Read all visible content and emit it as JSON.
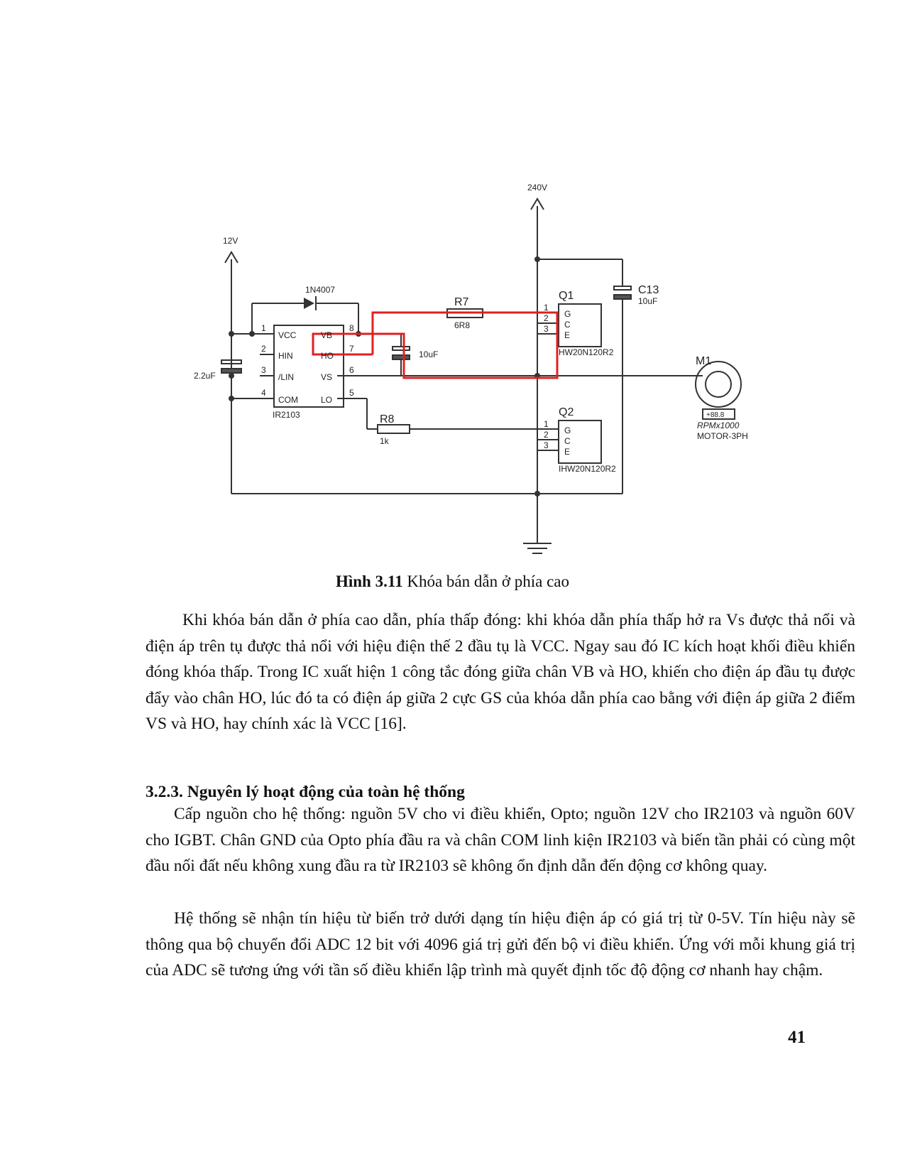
{
  "figure": {
    "labels": {
      "v240": "240V",
      "v12": "12V",
      "diode": "1N4007",
      "r7": "R7",
      "r7_val": "6R8",
      "r8": "R8",
      "r8_val": "1k",
      "c13": "C13",
      "c13_val": "10uF",
      "c_boot_val": "10uF",
      "c_in_val": "2.2uF",
      "q1": "Q1",
      "q1_part": "HW20N120R2",
      "q2": "Q2",
      "q2_part": "IHW20N120R2",
      "m1": "M1",
      "m1_display": "+88.8",
      "m1_units": "RPMx1000",
      "m1_part": "MOTOR-3PH",
      "ic_part": "IR2103",
      "pin_vcc": "VCC",
      "pin_hin": "HIN",
      "pin_lin": "/LIN",
      "pin_com": "COM",
      "pin_vb": "VB",
      "pin_ho": "HO",
      "pin_vs": "VS",
      "pin_lo": "LO",
      "g": "G",
      "c": "C",
      "e": "E",
      "n1": "1",
      "n2": "2",
      "n3": "3",
      "n4": "4",
      "n5": "5",
      "n6": "6",
      "n7": "7",
      "n8": "8"
    },
    "highlight_color": "#e02020"
  },
  "caption": {
    "label": "Hình  3.11",
    "text": " Khóa bán dẫn ở phía cao"
  },
  "paragraph1": "Khi khóa bán dẫn ở phía cao dẫn, phía thấp đóng: khi khóa dẫn phía thấp hở ra Vs được thả nổi và điện áp trên tụ được thả nổi với hiệu điện thế 2 đầu tụ là VCC. Ngay sau đó IC kích hoạt khối điều khiển đóng khóa thấp. Trong IC xuất hiện 1 công tắc đóng giữa chân VB và HO, khiến cho điện áp đầu tụ được đẩy vào chân HO, lúc đó ta có điện áp giữa 2 cực GS của khóa dẫn phía cao bằng với điện áp giữa 2 điểm VS và HO, hay chính xác là VCC [16].",
  "heading": "3.2.3.  Nguyên lý hoạt động của toàn hệ thống",
  "paragraph2": "Cấp nguồn cho hệ thống: nguồn 5V cho vi điều khiển, Opto; nguồn 12V cho IR2103 và nguồn 60V cho IGBT. Chân GND của Opto phía đầu ra và chân COM linh kiện IR2103 và biến tần phải có cùng một đầu nối đất nếu không xung đầu ra từ IR2103 sẽ không ổn định dẫn đến động cơ không quay.",
  "paragraph3": "Hệ thống sẽ nhận tín hiệu từ biến trở dưới dạng tín hiệu điện áp có giá trị từ 0-5V. Tín hiệu này sẽ thông qua bộ chuyển đổi ADC 12 bit với 4096 giá trị gửi đến bộ vi điều khiển. Ứng với mỗi khung giá trị của ADC sẽ tương ứng với tần số điều khiển lập trình mà quyết định tốc độ động cơ nhanh hay chậm.",
  "page_number": "41"
}
